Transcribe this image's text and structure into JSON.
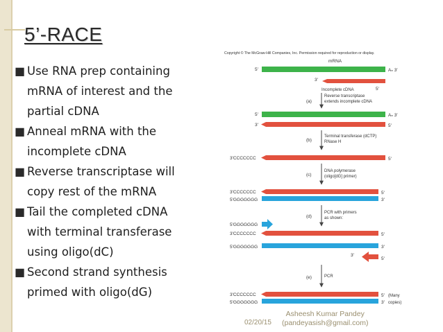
{
  "slide": {
    "title": "5’-RACE",
    "bullets": [
      "Use RNA prep containing\nmRNA of interest and the\npartial cDNA",
      "Anneal mRNA with the\nincomplete cDNA",
      "Reverse transcriptase will\ncopy rest of the mRNA",
      "Tail the completed cDNA\nwith terminal transferase\nusing oligo(dC)",
      "Second strand synthesis\nprimed with oligo(dG)"
    ],
    "bullet_icon": "■",
    "footer_date": "02/20/15",
    "footer_author": "Asheesh Kumar Pandey\n(pandeyasish@gmail.com)"
  },
  "figure": {
    "copyright": "Copyright © The McGraw-Hill Companies, Inc. Permission required for reproduction or display.",
    "mrna_label": "mRNA",
    "incomplete_cdna": "Incomplete cDNA",
    "step_a": "(a)",
    "step_a_text_1": "Reverse transcriptase",
    "step_a_text_2": "extends incomplete cDNA",
    "step_b": "(b)",
    "step_b_text_1": "Terminal transferase (dCTP)",
    "step_b_text_2": "RNase H",
    "step_c": "(c)",
    "step_c_text_1": "DNA polymerase",
    "step_c_text_2": "(oligo[dG] primer)",
    "step_d": "(d)",
    "step_d_text_1": "PCR with primers",
    "step_d_text_2": "as shown:",
    "step_e": "(e)",
    "step_e_text": "PCR",
    "many_copies_1": "(Many",
    "many_copies_2": "copies)",
    "five_prime": "5′",
    "three_prime": "3′",
    "poly_a_3": "Aₙ 3′",
    "c_tail": "3′CCCCCCC",
    "g_tail": "5′GGGGGGG",
    "colors": {
      "mrna": "#3db34a",
      "cdna": "#e2513e",
      "primer": "#28a4dc",
      "arrow": "#444444"
    }
  }
}
